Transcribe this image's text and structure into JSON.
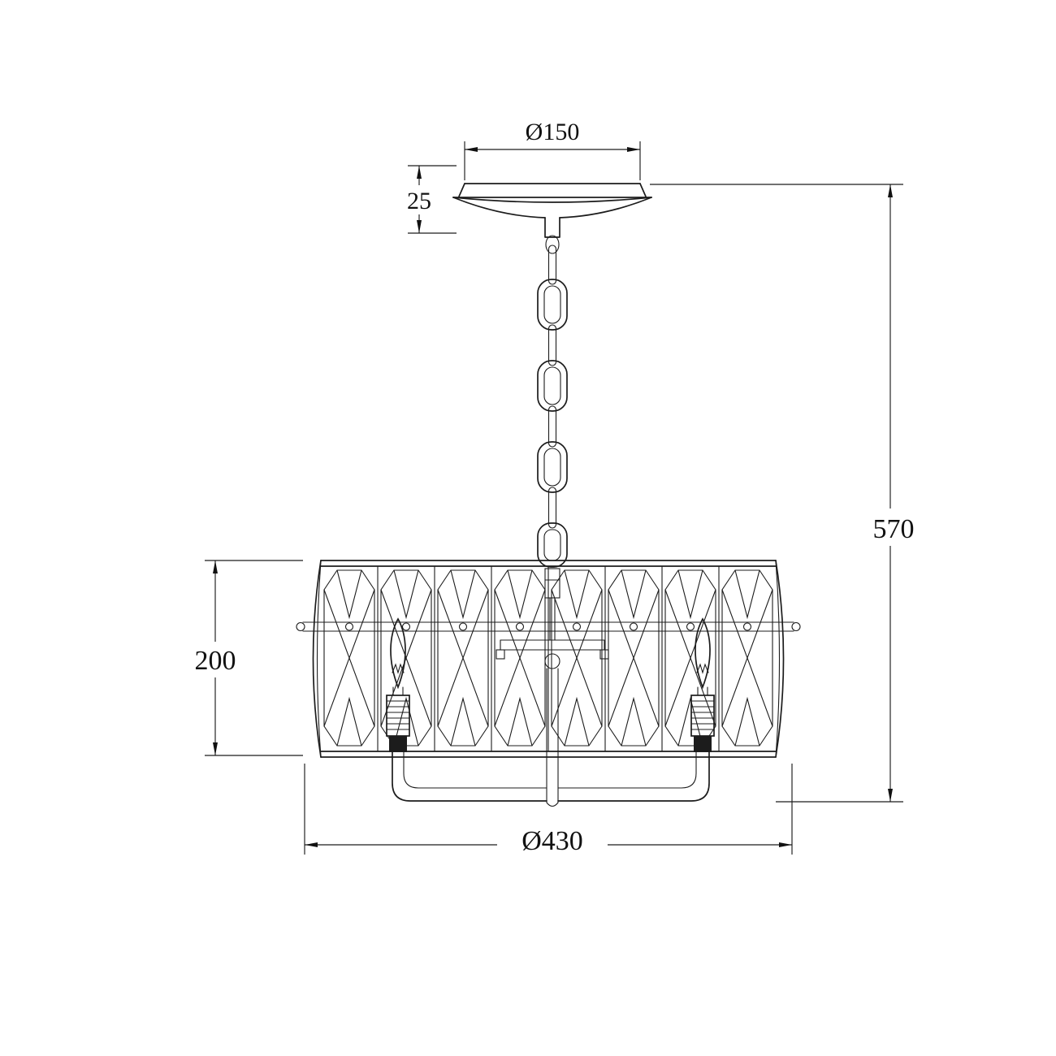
{
  "dimensions": {
    "canopy_diameter": "Ø150",
    "canopy_height": "25",
    "overall_height": "570",
    "shade_height": "200",
    "shade_diameter": "Ø430"
  }
}
